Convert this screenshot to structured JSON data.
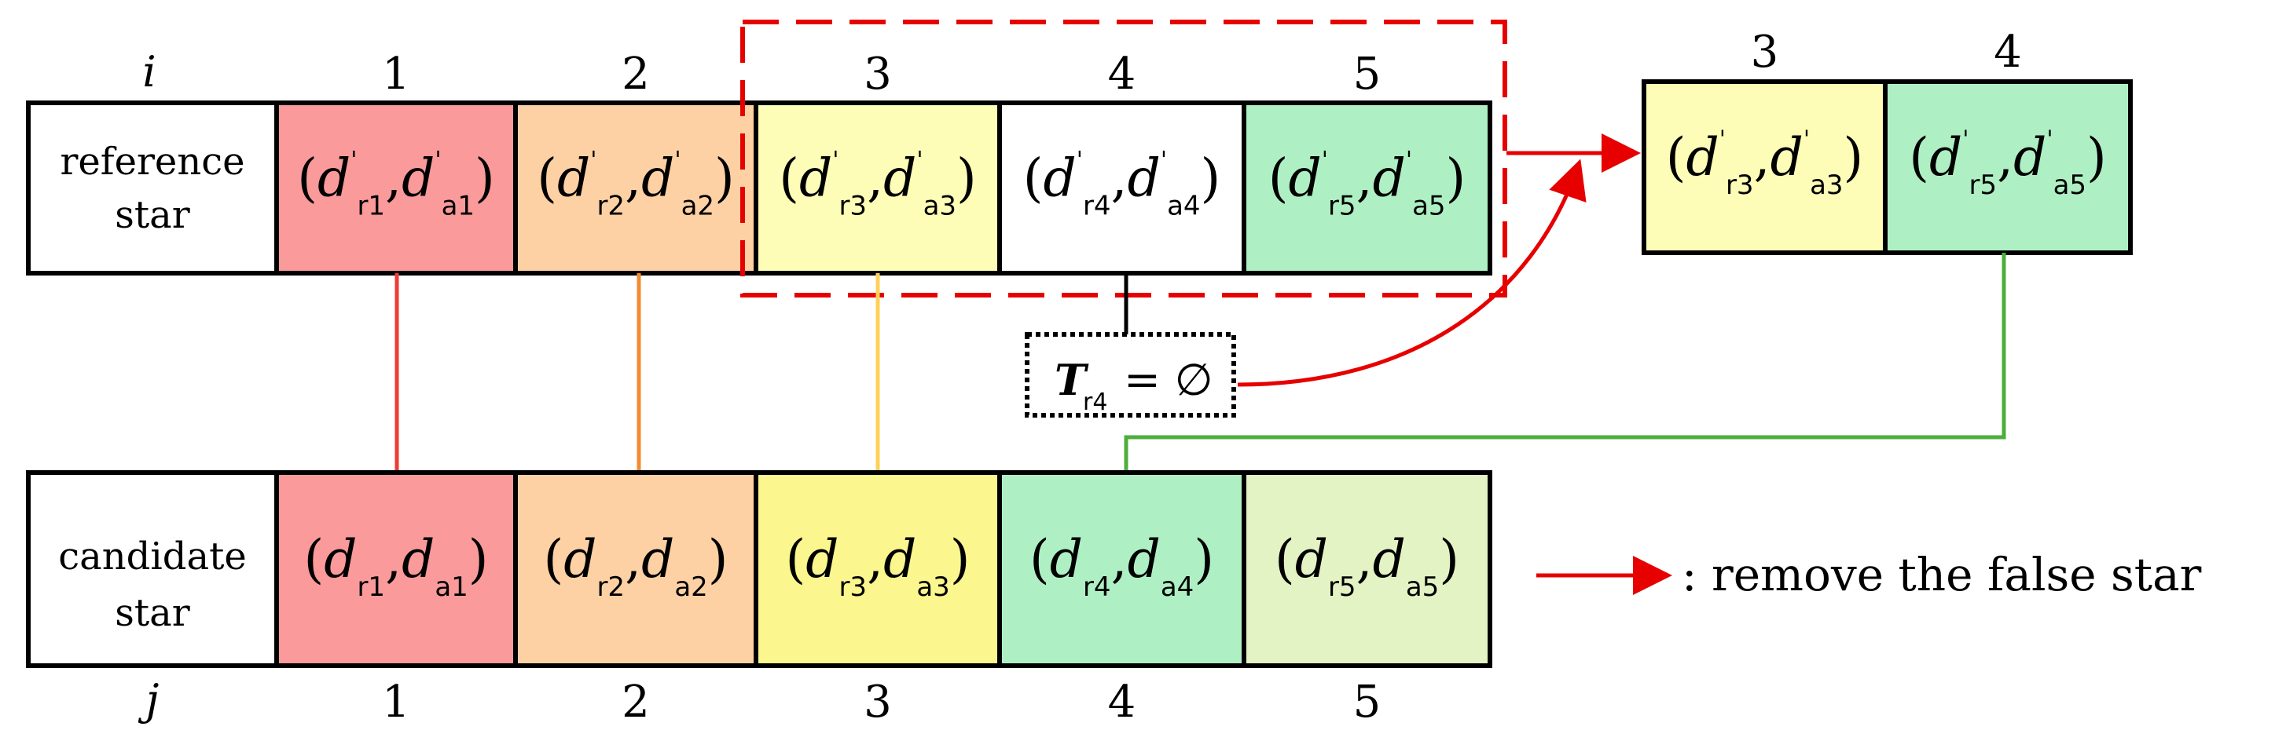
{
  "index_labels": {
    "reference_index": "i",
    "candidate_index": "j",
    "reference_numbers": [
      "1",
      "2",
      "3",
      "4",
      "5"
    ],
    "candidate_numbers": [
      "1",
      "2",
      "3",
      "4",
      "5"
    ],
    "result_numbers": [
      "3",
      "4"
    ]
  },
  "rows": {
    "reference_label_line1": "reference",
    "reference_label_line2": "star",
    "candidate_label_line1": "candidate",
    "candidate_label_line2": "star"
  },
  "reference_cells": [
    {
      "d": "d",
      "prime": "'",
      "sub1": "r1",
      "sub2": "a1",
      "color": "#fa9a9a"
    },
    {
      "d": "d",
      "prime": "'",
      "sub1": "r2",
      "sub2": "a2",
      "color": "#fdd1a4"
    },
    {
      "d": "d",
      "prime": "'",
      "sub1": "r3",
      "sub2": "a3",
      "color": "#fdfdb7"
    },
    {
      "d": "d",
      "prime": "'",
      "sub1": "r4",
      "sub2": "a4",
      "color": "#ffffff"
    },
    {
      "d": "d",
      "prime": "'",
      "sub1": "r5",
      "sub2": "a5",
      "color": "#aef0c4"
    }
  ],
  "candidate_cells": [
    {
      "d": "d",
      "prime": "",
      "sub1": "r1",
      "sub2": "a1",
      "color": "#fa9a9a"
    },
    {
      "d": "d",
      "prime": "",
      "sub1": "r2",
      "sub2": "a2",
      "color": "#fdd1a4"
    },
    {
      "d": "d",
      "prime": "",
      "sub1": "r3",
      "sub2": "a3",
      "color": "#fbf68e"
    },
    {
      "d": "d",
      "prime": "",
      "sub1": "r4",
      "sub2": "a4",
      "color": "#aef0c4"
    },
    {
      "d": "d",
      "prime": "",
      "sub1": "r5",
      "sub2": "a5",
      "color": "#e3f3c4"
    }
  ],
  "result_cells": [
    {
      "d": "d",
      "prime": "'",
      "sub1": "r3",
      "sub2": "a3",
      "color": "#fdfdb7"
    },
    {
      "d": "d",
      "prime": "'",
      "sub1": "r5",
      "sub2": "a5",
      "color": "#aef0c4"
    }
  ],
  "empty_set_box": {
    "t": "T",
    "sub": "r4",
    "rest": "= ∅"
  },
  "legend": {
    "text": ": remove the false star"
  },
  "colors": {
    "arrow_red": "#e60000",
    "line_red": "#ef3b36",
    "line_orange": "#f38b30",
    "line_yellow": "#fdd05a",
    "line_green": "#4caf3b",
    "dashed_box": "#e60000"
  }
}
